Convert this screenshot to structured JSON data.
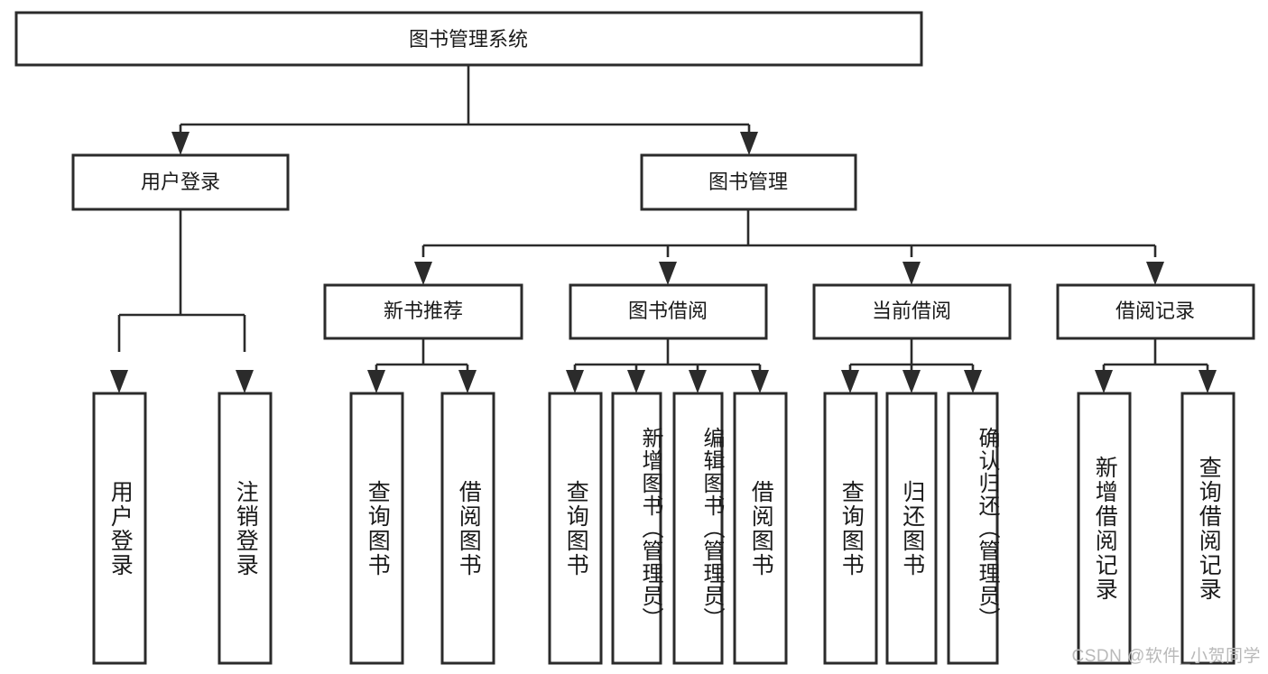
{
  "diagram": {
    "type": "tree",
    "title": "图书管理系统",
    "orientation": "top-down",
    "background_color": "#ffffff",
    "box_stroke_color": "#2b2b2b",
    "box_fill_color": "#ffffff",
    "connector_color": "#2b2b2b",
    "text_color": "#1a1a1a",
    "root": {
      "id": "root",
      "label": "图书管理系统",
      "orientation": "horizontal"
    },
    "level1": [
      {
        "id": "user-login",
        "label": "用户登录",
        "orientation": "horizontal"
      },
      {
        "id": "book-management",
        "label": "图书管理",
        "orientation": "horizontal"
      }
    ],
    "level2": [
      {
        "id": "new-book-recommend",
        "label": "新书推荐",
        "orientation": "horizontal",
        "parent": "book-management"
      },
      {
        "id": "book-borrow",
        "label": "图书借阅",
        "orientation": "horizontal",
        "parent": "book-management"
      },
      {
        "id": "current-borrow",
        "label": "当前借阅",
        "orientation": "horizontal",
        "parent": "book-management"
      },
      {
        "id": "borrow-record",
        "label": "借阅记录",
        "orientation": "horizontal",
        "parent": "book-management"
      }
    ],
    "leaves": [
      {
        "id": "leaf-user-login",
        "label": "用户登录",
        "parent": "user-login",
        "orientation": "vertical"
      },
      {
        "id": "leaf-logout-login",
        "label": "注销登录",
        "parent": "user-login",
        "orientation": "vertical"
      },
      {
        "id": "leaf-query-book-1",
        "label": "查询图书",
        "parent": "new-book-recommend",
        "orientation": "vertical"
      },
      {
        "id": "leaf-borrow-book-1",
        "label": "借阅图书",
        "parent": "new-book-recommend",
        "orientation": "vertical"
      },
      {
        "id": "leaf-query-book-2",
        "label": "查询图书",
        "parent": "book-borrow",
        "orientation": "vertical"
      },
      {
        "id": "leaf-add-book",
        "label": "新增图书（管理员）",
        "parent": "book-borrow",
        "orientation": "vertical"
      },
      {
        "id": "leaf-edit-book",
        "label": "编辑图书（管理员）",
        "parent": "book-borrow",
        "orientation": "vertical"
      },
      {
        "id": "leaf-borrow-book-2",
        "label": "借阅图书",
        "parent": "book-borrow",
        "orientation": "vertical"
      },
      {
        "id": "leaf-query-book-3",
        "label": "查询图书",
        "parent": "current-borrow",
        "orientation": "vertical"
      },
      {
        "id": "leaf-return-book",
        "label": "归还图书",
        "parent": "current-borrow",
        "orientation": "vertical"
      },
      {
        "id": "leaf-confirm-return",
        "label": "确认归还（管理员）",
        "parent": "current-borrow",
        "orientation": "vertical"
      },
      {
        "id": "leaf-add-record",
        "label": "新增借阅记录",
        "parent": "borrow-record",
        "orientation": "vertical"
      },
      {
        "id": "leaf-query-record",
        "label": "查询借阅记录",
        "parent": "borrow-record",
        "orientation": "vertical"
      }
    ]
  },
  "watermark": {
    "text": "CSDN @软件_小贺同学"
  }
}
